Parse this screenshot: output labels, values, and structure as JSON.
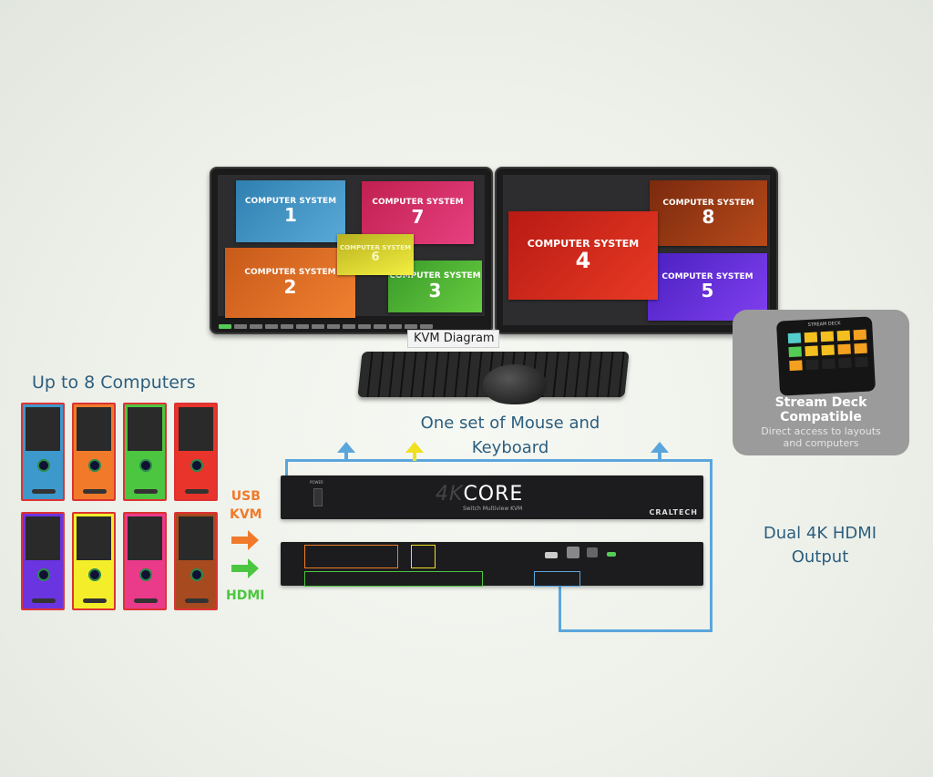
{
  "left_monitor": {
    "tiles": [
      {
        "label": "COMPUTER SYSTEM",
        "number": "1",
        "color": "#3c8fc0"
      },
      {
        "label": "COMPUTER SYSTEM",
        "number": "7",
        "color": "#d8306a"
      },
      {
        "label": "COMPUTER SYSTEM",
        "number": "2",
        "color": "#e8702a"
      },
      {
        "label": "COMPUTER SYSTEM",
        "number": "6",
        "color": "#e8e42a"
      },
      {
        "label": "COMPUTER SYSTEM",
        "number": "3",
        "color": "#56c03a"
      }
    ]
  },
  "right_monitor": {
    "tiles": [
      {
        "label": "COMPUTER SYSTEM",
        "number": "4",
        "color": "#d8281e"
      },
      {
        "label": "COMPUTER SYSTEM",
        "number": "8",
        "color": "#9a3a14"
      },
      {
        "label": "COMPUTER SYSTEM",
        "number": "5",
        "color": "#6a2ee0"
      }
    ]
  },
  "tooltip": "KVM Diagram",
  "computers_title": "Up to 8 Computers",
  "computer_colors": [
    "#3d98cc",
    "#f07a2a",
    "#4cc640",
    "#e8342a",
    "#6a34e0",
    "#f4ee2a",
    "#ea3a8a",
    "#a84a20"
  ],
  "usb_label": "USB",
  "kvm_label": "KVM",
  "hdmi_label": "HDMI",
  "mouse_keyboard": {
    "line1": "One set of Mouse and",
    "line2": "Keyboard"
  },
  "stream_deck": {
    "brand": "STREAM DECK",
    "title1": "Stream Deck",
    "title2": "Compatible",
    "sub1": "Direct access to layouts",
    "sub2": "and computers"
  },
  "kvm_unit": {
    "logo_4k": "4K",
    "logo": "CORE",
    "subtitle": "Switch Multiview KVM",
    "brand": "CRALTECH",
    "power": "POWER"
  },
  "output": {
    "line1": "Dual 4K HDMI",
    "line2": "Output"
  },
  "colors": {
    "text_blue": "#2c5e7f",
    "usb_orange": "#f07a2a",
    "hdmi_green": "#4cc640",
    "line_blue": "#5aa6dc"
  }
}
